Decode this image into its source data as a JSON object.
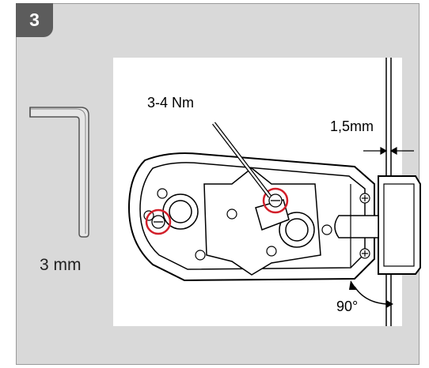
{
  "step": {
    "number": "3"
  },
  "tool": {
    "size_label": "3 mm",
    "icon": "hex-key-icon"
  },
  "diagram": {
    "torque_label": "3-4 Nm",
    "gap_label": "1,5mm",
    "angle_label": "90°",
    "highlight_color": "#d21f2a",
    "panel_color": "#d9d9d9",
    "badge_color": "#5c5c5c"
  }
}
